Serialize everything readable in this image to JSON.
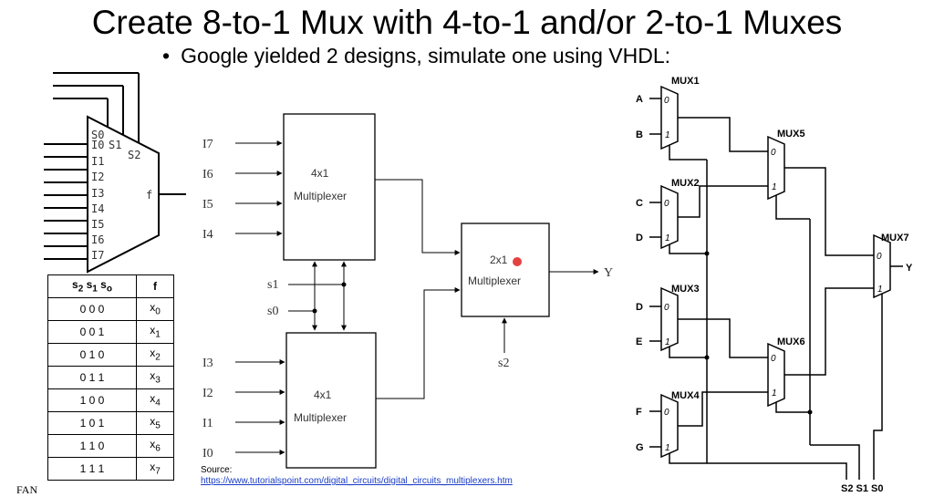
{
  "title": "Create 8-to-1 Mux with 4-to-1 and/or 2-to-1 Muxes",
  "bullet": "Google yielded 2 designs, simulate one using VHDL:",
  "left_mux": {
    "inputs": [
      "I0",
      "I1",
      "I2",
      "I3",
      "I4",
      "I5",
      "I6",
      "I7"
    ],
    "selects": [
      "S0",
      "S1",
      "S2"
    ],
    "output": "f"
  },
  "truth_table": {
    "headers": [
      "s2 s1 s0",
      "f"
    ],
    "rows": [
      [
        "0 0 0",
        "x0"
      ],
      [
        "0 0 1",
        "x1"
      ],
      [
        "0 1 0",
        "x2"
      ],
      [
        "0 1 1",
        "x3"
      ],
      [
        "1 0 0",
        "x4"
      ],
      [
        "1 0 1",
        "x5"
      ],
      [
        "1 1 0",
        "x6"
      ],
      [
        "1 1 1",
        "x7"
      ]
    ]
  },
  "middle_diagram": {
    "top_block": [
      "4x1",
      "Multiplexer"
    ],
    "bottom_block": [
      "4x1",
      "Multiplexer"
    ],
    "final_block": [
      "2x1",
      "Multiplexer"
    ],
    "top_inputs": [
      "I7",
      "I6",
      "I5",
      "I4"
    ],
    "bottom_inputs": [
      "I3",
      "I2",
      "I1",
      "I0"
    ],
    "select_lines": [
      "s1",
      "s0",
      "s2"
    ],
    "output": "Y"
  },
  "right_diagram": {
    "mux_labels": [
      "MUX1",
      "MUX2",
      "MUX3",
      "MUX4",
      "MUX5",
      "MUX6",
      "MUX7"
    ],
    "inputs": [
      "A",
      "B",
      "C",
      "D",
      "D",
      "E",
      "F",
      "G"
    ],
    "output": "Y",
    "selects": "S2 S1 S0",
    "pin_labels": [
      "0",
      "1"
    ]
  },
  "source": {
    "label": "Source:",
    "url": "https://www.tutorialspoint.com/digital_circuits/digital_circuits_multiplexers.htm"
  },
  "footer": "FAN"
}
